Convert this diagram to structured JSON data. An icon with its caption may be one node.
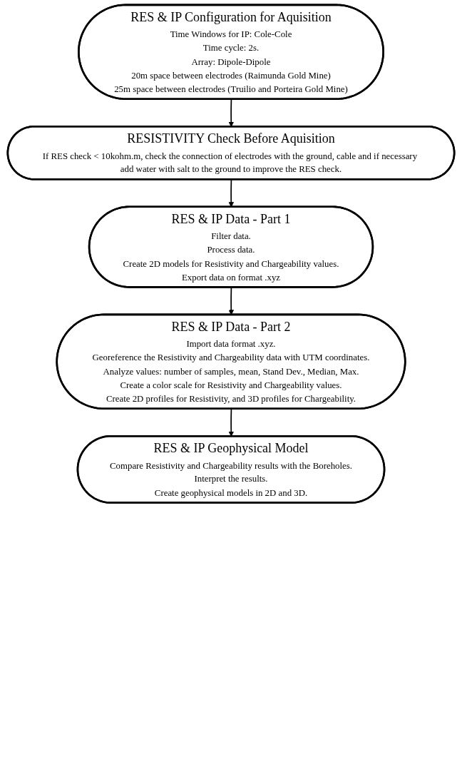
{
  "diagram": {
    "nodes": [
      {
        "text": [
          "RES & IP Configuration for Aquisition",
          "Time Windows for IP: Cole-Cole",
          "Time cycle: 2s.",
          "Array: Dipole-Dipole",
          "20m space between electrodes (Raimunda Gold Mine)",
          "25m space between electrodes (Truilio and Porteira Gold Mine)"
        ]
      },
      {
        "text": [
          "RESISTIVITY Check Before Aquisition",
          "If RES check < 10kohm.m, check the connection of electrodes with the ground, cable and if necessary add water with salt to the ground to improve the RES check."
        ]
      },
      {
        "text": [
          "RES & IP Data - Part 1",
          "Filter data.",
          "Process data.",
          "Create 2D models for Resistivity and Chargeability values.",
          "Export data on format .xyz"
        ]
      },
      {
        "text": [
          "RES & IP Data - Part 2",
          "Import data format .xyz.",
          "Georeference the Resistivity and Chargeability data with UTM coordinates.",
          "Analyze values: number of samples, mean, Stand Dev., Median, Max.",
          "Create a color scale for Resistivity and Chargeability values.",
          "Create 2D profiles for Resistivity, and 3D profiles for Chargeability."
        ]
      },
      {
        "text": [
          "RES & IP Geophysical Model",
          "Compare Resistivity and Chargeability results with the Boreholes.",
          "Interpret the results.",
          "Create geophysical models in 2D and 3D."
        ]
      }
    ],
    "edges": [
      {
        "from": 0,
        "to": 1,
        "arrow": "to"
      },
      {
        "from": 1,
        "to": 2,
        "arrow": "to"
      },
      {
        "from": 2,
        "to": 3,
        "arrow": "to"
      },
      {
        "from": 3,
        "to": 4,
        "arrow": "to"
      }
    ]
  }
}
